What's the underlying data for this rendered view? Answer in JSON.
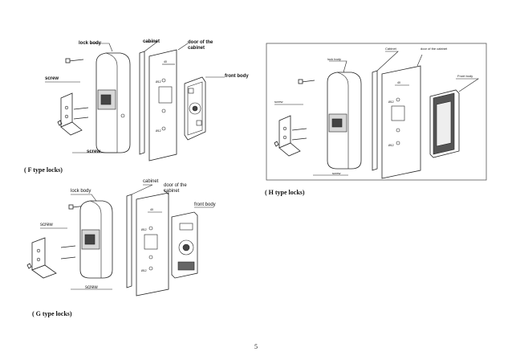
{
  "page_number": "5",
  "f_panel": {
    "caption": "( F type locks)",
    "labels": {
      "lock_body": "lock body",
      "cabinet": "cabinet",
      "door": "door of the cabinet",
      "front_body": "front body",
      "screw_top": "screw",
      "screw_bottom": "screw"
    }
  },
  "h_panel": {
    "caption": "( H type locks)",
    "labels": {
      "lock_body": "lock body",
      "cabinet": "Cabinet",
      "door": "door of the cabinet",
      "front_body": "Front body",
      "screw_top": "screw",
      "screw_bottom": "screw"
    }
  },
  "g_panel": {
    "caption": "( G type locks)",
    "labels": {
      "lock_body": "lock body",
      "cabinet": "cabinet",
      "door": "door of the cabinet",
      "front_body": "front body",
      "screw_top": "screw",
      "screw_bottom": "screw"
    }
  }
}
